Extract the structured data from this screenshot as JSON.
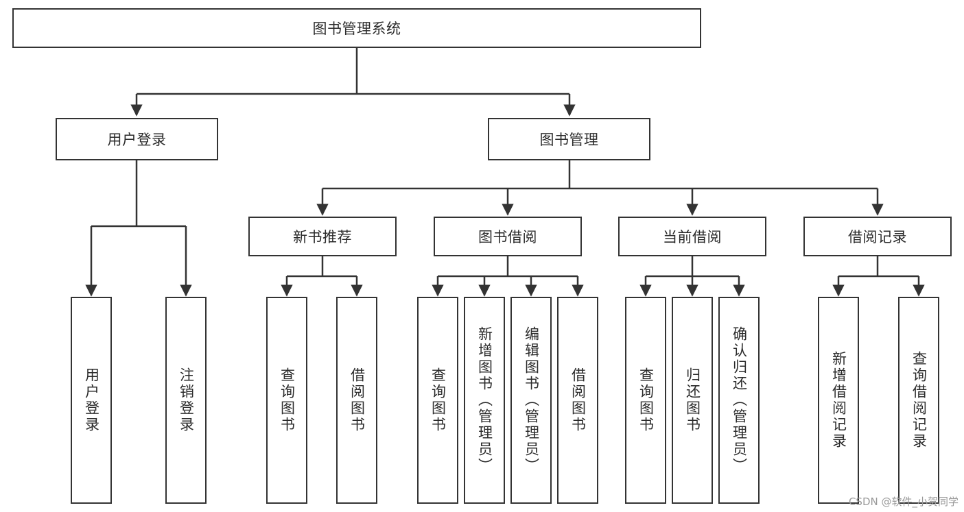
{
  "diagram": {
    "type": "tree-hierarchy-chart",
    "title": "图书管理系统",
    "colors": {
      "box_border": "#333333",
      "box_fill": "#ffffff",
      "text": "#2b2b2b",
      "edge": "#333333",
      "watermark": "#9a9a9a",
      "background": "#ffffff"
    },
    "root": {
      "label": "图书管理系统"
    },
    "level2": [
      {
        "label": "用户登录"
      },
      {
        "label": "图书管理"
      }
    ],
    "level3": [
      {
        "label": "新书推荐"
      },
      {
        "label": "图书借阅"
      },
      {
        "label": "当前借阅"
      },
      {
        "label": "借阅记录"
      }
    ],
    "leaves": {
      "user_login": [
        {
          "label": "用户登录"
        },
        {
          "label": "注销登录"
        }
      ],
      "new_book_recommend": [
        {
          "label": "查询图书"
        },
        {
          "label": "借阅图书"
        }
      ],
      "book_borrow": [
        {
          "label": "查询图书"
        },
        {
          "label": "新增图书（管理员）"
        },
        {
          "label": "编辑图书（管理员）"
        },
        {
          "label": "借阅图书"
        }
      ],
      "current_borrow": [
        {
          "label": "查询图书"
        },
        {
          "label": "归还图书"
        },
        {
          "label": "确认归还（管理员）"
        }
      ],
      "borrow_record": [
        {
          "label": "新增借阅记录"
        },
        {
          "label": "查询借阅记录"
        }
      ]
    }
  },
  "watermark": {
    "text": "CSDN @软件_小贺同学"
  }
}
